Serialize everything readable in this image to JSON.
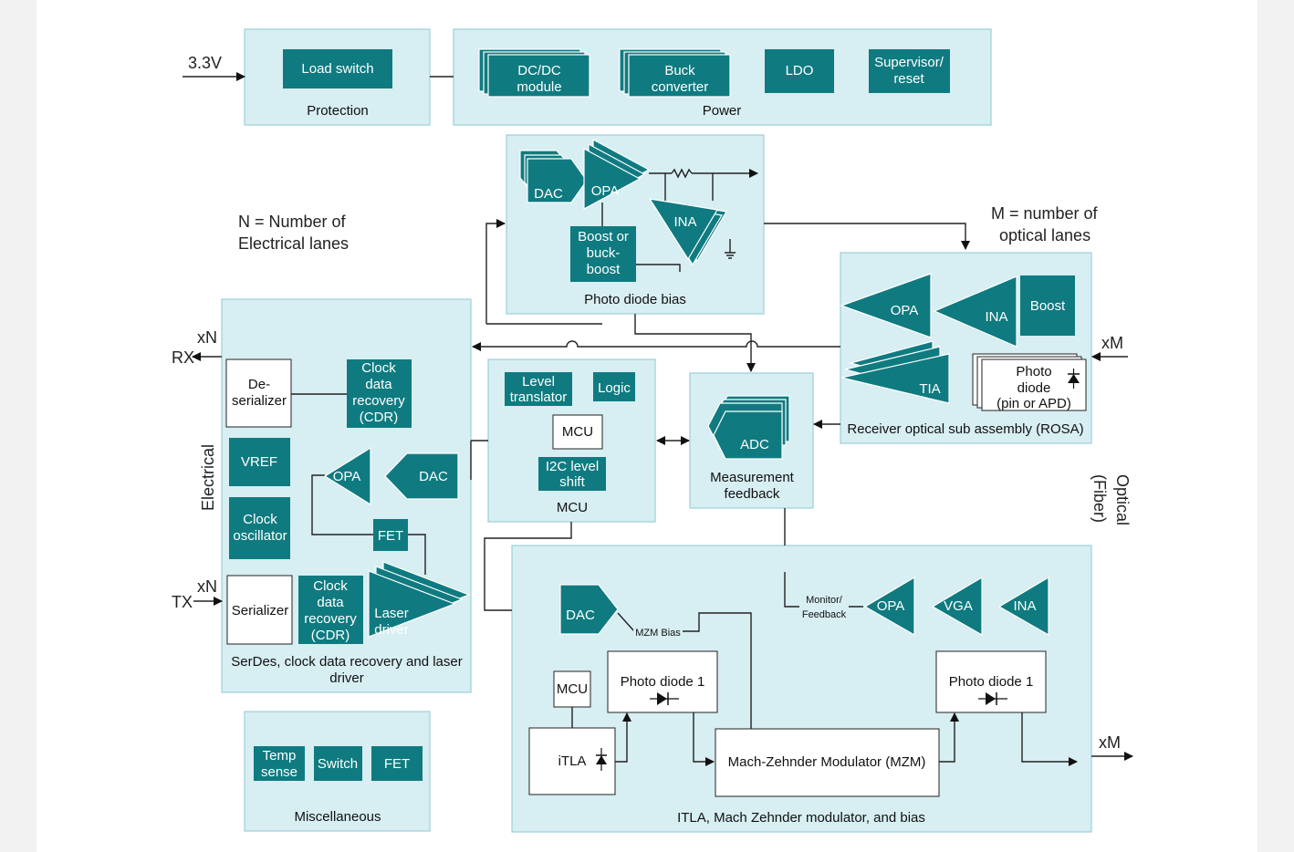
{
  "inputs": {
    "v33": "3.3V",
    "rx": "RX",
    "tx": "TX",
    "xn_rx": "xN",
    "xn_tx": "xN",
    "xm_in": "xM",
    "xm_out": "xM"
  },
  "side_labels": {
    "electrical": "Electrical",
    "optical": "Optical",
    "fiber": "(Fiber)"
  },
  "notes": {
    "n_line1": "N = Number of",
    "n_line2": "Electrical lanes",
    "m_line1": "M = number of",
    "m_line2": "optical lanes"
  },
  "protection": {
    "title": "Protection",
    "load_switch": "Load switch"
  },
  "power": {
    "title": "Power",
    "dcdc_1": "DC/DC",
    "dcdc_2": "module",
    "buck_1": "Buck",
    "buck_2": "converter",
    "ldo": "LDO",
    "sup_1": "Supervisor/",
    "sup_2": "reset"
  },
  "pd_bias": {
    "title": "Photo diode bias",
    "dac": "DAC",
    "opa": "OPA",
    "ina": "INA",
    "boost_1": "Boost or",
    "boost_2": "buck-",
    "boost_3": "boost"
  },
  "rosa": {
    "title": "Receiver optical sub assembly (ROSA)",
    "opa": "OPA",
    "ina": "INA",
    "boost": "Boost",
    "tia": "TIA",
    "pd_1": "Photo",
    "pd_2": "diode",
    "pd_3": "(pin or APD)"
  },
  "serdes": {
    "title_1": "SerDes, clock data recovery and laser",
    "title_2": "driver",
    "deser_1": "De-",
    "deser_2": "serializer",
    "cdr_1": "Clock",
    "cdr_2": "data",
    "cdr_3": "recovery",
    "cdr_4": "(CDR)",
    "vref": "VREF",
    "opa": "OPA",
    "dac": "DAC",
    "clk_1": "Clock",
    "clk_2": "oscillator",
    "fet": "FET",
    "serializer": "Serializer",
    "cdr2_1": "Clock",
    "cdr2_2": "data",
    "cdr2_3": "recovery",
    "cdr2_4": "(CDR)",
    "laser_1": "Laser",
    "laser_2": "driver"
  },
  "mcu": {
    "title": "MCU",
    "level_1": "Level",
    "level_2": "translator",
    "logic": "Logic",
    "mcu": "MCU",
    "i2c_1": "I2C level",
    "i2c_2": "shift"
  },
  "meas": {
    "title_1": "Measurement",
    "title_2": "feedback",
    "adc": "ADC"
  },
  "misc": {
    "title": "Miscellaneous",
    "temp_1": "Temp",
    "temp_2": "sense",
    "switch": "Switch",
    "fet": "FET"
  },
  "itla": {
    "title": "ITLA, Mach Zehnder modulator, and bias",
    "dac": "DAC",
    "mzm_bias": "MZM Bias",
    "mcu": "MCU",
    "itla": "iTLA",
    "pd1_left": "Photo diode 1",
    "pd1_right": "Photo diode 1",
    "mzm": "Mach-Zehnder Modulator (MZM)",
    "monitor_1": "Monitor/",
    "monitor_2": "Feedback",
    "opa": "OPA",
    "vga": "VGA",
    "ina": "INA"
  },
  "colors": {
    "block": "#0f7b80",
    "group": "#d7eef2",
    "group_border": "#9ccfd8"
  }
}
